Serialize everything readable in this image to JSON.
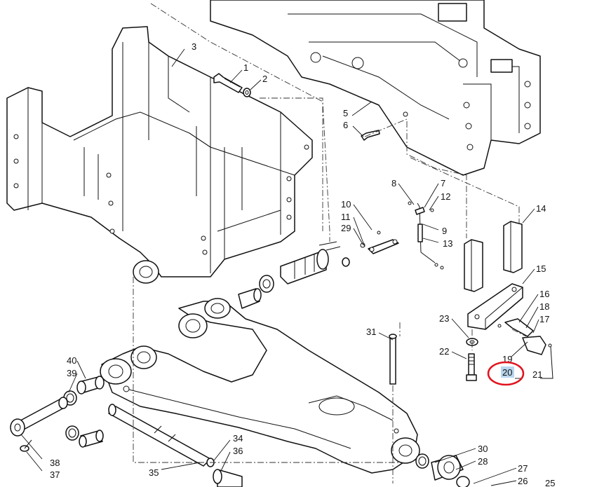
{
  "diagram": {
    "labels": {
      "p1": "1",
      "p2": "2",
      "p3": "3",
      "p5": "5",
      "p6": "6",
      "p7": "7",
      "p8": "8",
      "p9": "9",
      "p10": "10",
      "p11": "11",
      "p12": "12",
      "p13": "13",
      "p14": "14",
      "p15": "15",
      "p16": "16",
      "p17": "17",
      "p18": "18",
      "p19": "19",
      "p20": "20",
      "p21": "21",
      "p22": "22",
      "p23": "23",
      "p25": "25",
      "p26": "26",
      "p27": "27",
      "p28": "28",
      "p29": "29",
      "p30": "30",
      "p31": "31",
      "p34": "34",
      "p35": "35",
      "p36": "36",
      "p37": "37",
      "p38": "38",
      "p39": "39",
      "p40": "40"
    },
    "highlight": {
      "label": "20",
      "color": "#e0141e"
    }
  }
}
